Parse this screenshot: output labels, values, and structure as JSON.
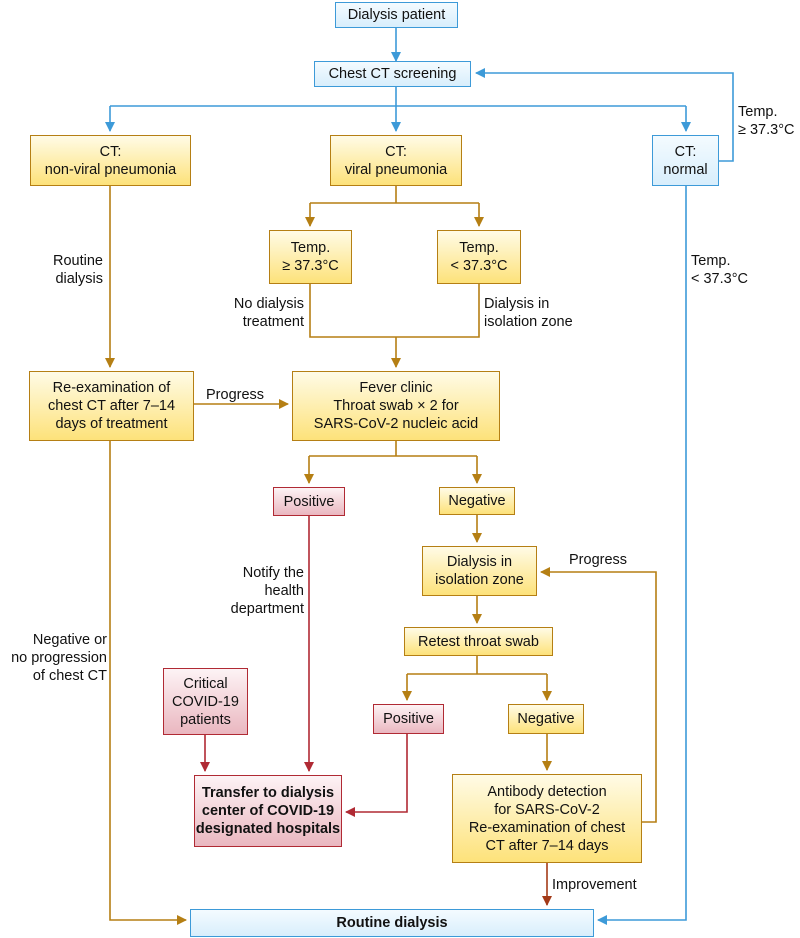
{
  "colors": {
    "blue": "#3d9ad8",
    "gold": "#b57f14",
    "red": "#b02a34",
    "darkred": "#a33a18"
  },
  "nodes": {
    "dialysis_patient": [
      "Dialysis patient"
    ],
    "chest_ct_screening": [
      "Chest CT screening"
    ],
    "ct_nonviral": [
      "CT:",
      "non-viral pneumonia"
    ],
    "ct_viral": [
      "CT:",
      "viral pneumonia"
    ],
    "ct_normal": [
      "CT:",
      "normal"
    ],
    "temp_high": [
      "Temp.",
      "≥ 37.3°C"
    ],
    "temp_low": [
      "Temp.",
      "< 37.3°C"
    ],
    "reexam": [
      "Re-examination of",
      "chest CT after 7–14",
      "days of treatment"
    ],
    "fever_clinic": [
      "Fever clinic",
      "Throat swab × 2 for",
      "SARS-CoV-2 nucleic acid"
    ],
    "positive1": [
      "Positive"
    ],
    "negative1": [
      "Negative"
    ],
    "dialysis_isolation": [
      "Dialysis in",
      "isolation zone"
    ],
    "retest": [
      "Retest throat swab"
    ],
    "critical": [
      "Critical",
      "COVID-19",
      "patients"
    ],
    "positive2": [
      "Positive"
    ],
    "negative2": [
      "Negative"
    ],
    "transfer": [
      "Transfer to dialysis",
      "center of COVID-19",
      "designated hospitals"
    ],
    "antibody": [
      "Antibody detection",
      "for SARS-CoV-2",
      "Re-examination of chest",
      "CT after 7–14 days"
    ],
    "routine": [
      "Routine dialysis"
    ]
  },
  "labels": {
    "temp_loop": [
      "Temp.",
      "≥ 37.3°C"
    ],
    "temp_normal": [
      "Temp.",
      "< 37.3°C"
    ],
    "routine_dialysis": [
      "Routine",
      "dialysis"
    ],
    "no_dialysis": [
      "No dialysis",
      "treatment"
    ],
    "dialysis_in_isolation": [
      "Dialysis in",
      "isolation zone"
    ],
    "progress1": [
      "Progress"
    ],
    "notify": [
      "Notify the",
      "health",
      "department"
    ],
    "neg_noprog": [
      "Negative or",
      "no progression",
      "of chest CT"
    ],
    "progress2": [
      "Progress"
    ],
    "improvement": [
      "Improvement"
    ]
  }
}
